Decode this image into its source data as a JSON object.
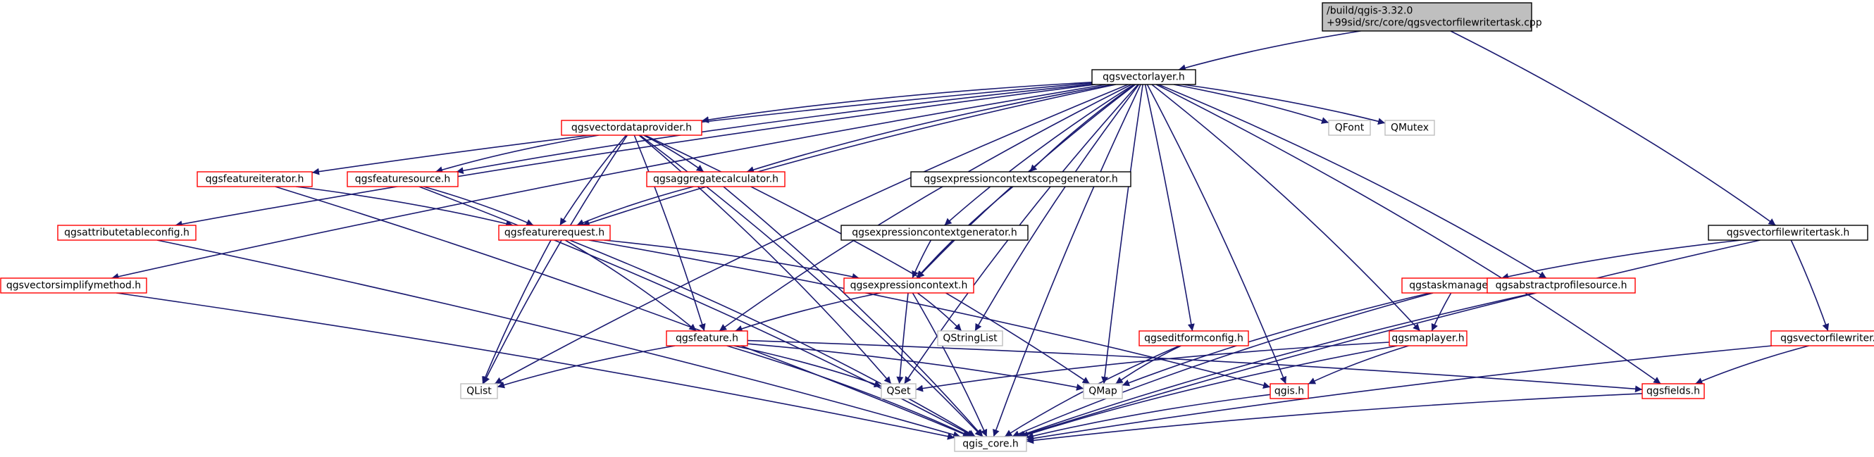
{
  "diagram": {
    "colors": {
      "edge": "#191970",
      "root_fill": "#bfbfbf",
      "root_border": "#000000",
      "documented_border": "#000000",
      "undocumented_border": "#ff0000",
      "external_border": "#bfbfbf",
      "text": "#000000",
      "background": "#ffffff"
    },
    "nodes": [
      {
        "id": "root",
        "kind": "root",
        "lines": [
          "/build/qgis-3.32.0",
          "+99sid/src/core/qgsvectorfilewritertask.cpp"
        ]
      },
      {
        "id": "qgsvectorlayer",
        "kind": "documented",
        "lines": [
          "qgsvectorlayer.h"
        ]
      },
      {
        "id": "qgsvectorfilewritertask",
        "kind": "documented",
        "lines": [
          "qgsvectorfilewritertask.h"
        ]
      },
      {
        "id": "qgsvectordataprovider",
        "kind": "undocumented",
        "lines": [
          "qgsvectordataprovider.h"
        ]
      },
      {
        "id": "qfont",
        "kind": "external",
        "lines": [
          "QFont"
        ]
      },
      {
        "id": "qmutex",
        "kind": "external",
        "lines": [
          "QMutex"
        ]
      },
      {
        "id": "qgsfeatureiterator",
        "kind": "undocumented",
        "lines": [
          "qgsfeatureiterator.h"
        ]
      },
      {
        "id": "qgsfeaturesource",
        "kind": "undocumented",
        "lines": [
          "qgsfeaturesource.h"
        ]
      },
      {
        "id": "qgsaggregatecalculator",
        "kind": "undocumented",
        "lines": [
          "qgsaggregatecalculator.h"
        ]
      },
      {
        "id": "qgsexpressioncontextscopegenerator",
        "kind": "documented",
        "lines": [
          "qgsexpressioncontextscopegenerator.h"
        ]
      },
      {
        "id": "qgsattributetableconfig",
        "kind": "undocumented",
        "lines": [
          "qgsattributetableconfig.h"
        ]
      },
      {
        "id": "qgsfeaturerequest",
        "kind": "undocumented",
        "lines": [
          "qgsfeaturerequest.h"
        ]
      },
      {
        "id": "qgsexpressioncontextgenerator",
        "kind": "documented",
        "lines": [
          "qgsexpressioncontextgenerator.h"
        ]
      },
      {
        "id": "qgsvectorsimplifymethod",
        "kind": "undocumented",
        "lines": [
          "qgsvectorsimplifymethod.h"
        ]
      },
      {
        "id": "qgsexpressioncontext",
        "kind": "undocumented",
        "lines": [
          "qgsexpressioncontext.h"
        ]
      },
      {
        "id": "qgstaskmanager",
        "kind": "undocumented",
        "lines": [
          "qgstaskmanager.h"
        ]
      },
      {
        "id": "qgsabstractprofilesource",
        "kind": "undocumented",
        "lines": [
          "qgsabstractprofilesource.h"
        ]
      },
      {
        "id": "qstringlist",
        "kind": "external",
        "lines": [
          "QStringList"
        ]
      },
      {
        "id": "qgsfeature",
        "kind": "undocumented",
        "lines": [
          "qgsfeature.h"
        ]
      },
      {
        "id": "qgseditformconfig",
        "kind": "undocumented",
        "lines": [
          "qgseditformconfig.h"
        ]
      },
      {
        "id": "qgsmaplayer",
        "kind": "undocumented",
        "lines": [
          "qgsmaplayer.h"
        ]
      },
      {
        "id": "qgsvectorfilewriter",
        "kind": "undocumented",
        "lines": [
          "qgsvectorfilewriter.h"
        ]
      },
      {
        "id": "qlist",
        "kind": "external",
        "lines": [
          "QList"
        ]
      },
      {
        "id": "qset",
        "kind": "external",
        "lines": [
          "QSet"
        ]
      },
      {
        "id": "qmap",
        "kind": "external",
        "lines": [
          "QMap"
        ]
      },
      {
        "id": "qgis",
        "kind": "undocumented",
        "lines": [
          "qgis.h"
        ]
      },
      {
        "id": "qgsfields",
        "kind": "undocumented",
        "lines": [
          "qgsfields.h"
        ]
      },
      {
        "id": "qgis_core",
        "kind": "external",
        "lines": [
          "qgis_core.h"
        ]
      }
    ],
    "edges": [
      [
        "root",
        "qgsvectorlayer"
      ],
      [
        "root",
        "qgsvectorfilewritertask"
      ],
      [
        "qgsvectorlayer",
        "qgsvectordataprovider"
      ],
      [
        "qgsvectorlayer",
        "qfont"
      ],
      [
        "qgsvectorlayer",
        "qmutex"
      ],
      [
        "qgsvectorlayer",
        "qgsfeatureiterator"
      ],
      [
        "qgsvectorlayer",
        "qgsfeaturesource"
      ],
      [
        "qgsvectorlayer",
        "qgsaggregatecalculator"
      ],
      [
        "qgsvectorlayer",
        "qgsexpressioncontextscopegenerator"
      ],
      [
        "qgsvectorlayer",
        "qgsattributetableconfig"
      ],
      [
        "qgsvectorlayer",
        "qgsfeaturerequest"
      ],
      [
        "qgsvectorlayer",
        "qgsexpressioncontextgenerator"
      ],
      [
        "qgsvectorlayer",
        "qgsvectorsimplifymethod"
      ],
      [
        "qgsvectorlayer",
        "qgsexpressioncontext"
      ],
      [
        "qgsvectorlayer",
        "qgsabstractprofilesource"
      ],
      [
        "qgsvectorlayer",
        "qstringlist"
      ],
      [
        "qgsvectorlayer",
        "qgsfeature"
      ],
      [
        "qgsvectorlayer",
        "qgseditformconfig"
      ],
      [
        "qgsvectorlayer",
        "qgsmaplayer"
      ],
      [
        "qgsvectorlayer",
        "qlist"
      ],
      [
        "qgsvectorlayer",
        "qset"
      ],
      [
        "qgsvectorlayer",
        "qmap"
      ],
      [
        "qgsvectorlayer",
        "qgis"
      ],
      [
        "qgsvectorlayer",
        "qgsfields"
      ],
      [
        "qgsvectorlayer",
        "qgis_core"
      ],
      [
        "qgsvectordataprovider",
        "qgsfeaturesource"
      ],
      [
        "qgsvectordataprovider",
        "qgsaggregatecalculator"
      ],
      [
        "qgsvectordataprovider",
        "qgsfeaturerequest"
      ],
      [
        "qgsvectordataprovider",
        "qgsfeature"
      ],
      [
        "qgsvectordataprovider",
        "qlist"
      ],
      [
        "qgsvectordataprovider",
        "qset"
      ],
      [
        "qgsvectordataprovider",
        "qmap"
      ],
      [
        "qgsvectordataprovider",
        "qgis_core"
      ],
      [
        "qgsfeatureiterator",
        "qgsfeaturerequest"
      ],
      [
        "qgsfeatureiterator",
        "qgis_core"
      ],
      [
        "qgsfeaturesource",
        "qgsfeaturerequest"
      ],
      [
        "qgsfeaturesource",
        "qgis_core"
      ],
      [
        "qgsaggregatecalculator",
        "qgsfeaturerequest"
      ],
      [
        "qgsaggregatecalculator",
        "qgis_core"
      ],
      [
        "qgsexpressioncontextscopegenerator",
        "qgsexpressioncontext"
      ],
      [
        "qgsexpressioncontextgenerator",
        "qgsexpressioncontext"
      ],
      [
        "qgsattributetableconfig",
        "qgis_core"
      ],
      [
        "qgsvectorsimplifymethod",
        "qgis_core"
      ],
      [
        "qgsfeaturerequest",
        "qgsexpressioncontext"
      ],
      [
        "qgsfeaturerequest",
        "qgsfeature"
      ],
      [
        "qgsfeaturerequest",
        "qlist"
      ],
      [
        "qgsfeaturerequest",
        "qgis"
      ],
      [
        "qgsfeaturerequest",
        "qgis_core"
      ],
      [
        "qgsexpressioncontext",
        "qgsfeature"
      ],
      [
        "qgsexpressioncontext",
        "qstringlist"
      ],
      [
        "qgsexpressioncontext",
        "qset"
      ],
      [
        "qgsexpressioncontext",
        "qgis_core"
      ],
      [
        "qgsfeature",
        "qlist"
      ],
      [
        "qgsfeature",
        "qset"
      ],
      [
        "qgsfeature",
        "qmap"
      ],
      [
        "qgsfeature",
        "qgsfields"
      ],
      [
        "qgsfeature",
        "qgis_core"
      ],
      [
        "qgseditformconfig",
        "qmap"
      ],
      [
        "qgseditformconfig",
        "qgis_core"
      ],
      [
        "qgsvectorfilewritertask",
        "qgstaskmanager"
      ],
      [
        "qgsvectorfilewritertask",
        "qgsvectorfilewriter"
      ],
      [
        "qgsvectorfilewritertask",
        "qgis_core"
      ],
      [
        "qgstaskmanager",
        "qgsmaplayer"
      ],
      [
        "qgstaskmanager",
        "qmap"
      ],
      [
        "qgstaskmanager",
        "qgis_core"
      ],
      [
        "qgsabstractprofilesource",
        "qgis_core"
      ],
      [
        "qgsmaplayer",
        "qset"
      ],
      [
        "qgsmaplayer",
        "qgis"
      ],
      [
        "qgsmaplayer",
        "qgis_core"
      ],
      [
        "qgsvectorfilewriter",
        "qgsfields"
      ],
      [
        "qgsvectorfilewriter",
        "qgis_core"
      ],
      [
        "qgis",
        "qgis_core"
      ],
      [
        "qgsfields",
        "qgis_core"
      ]
    ]
  }
}
